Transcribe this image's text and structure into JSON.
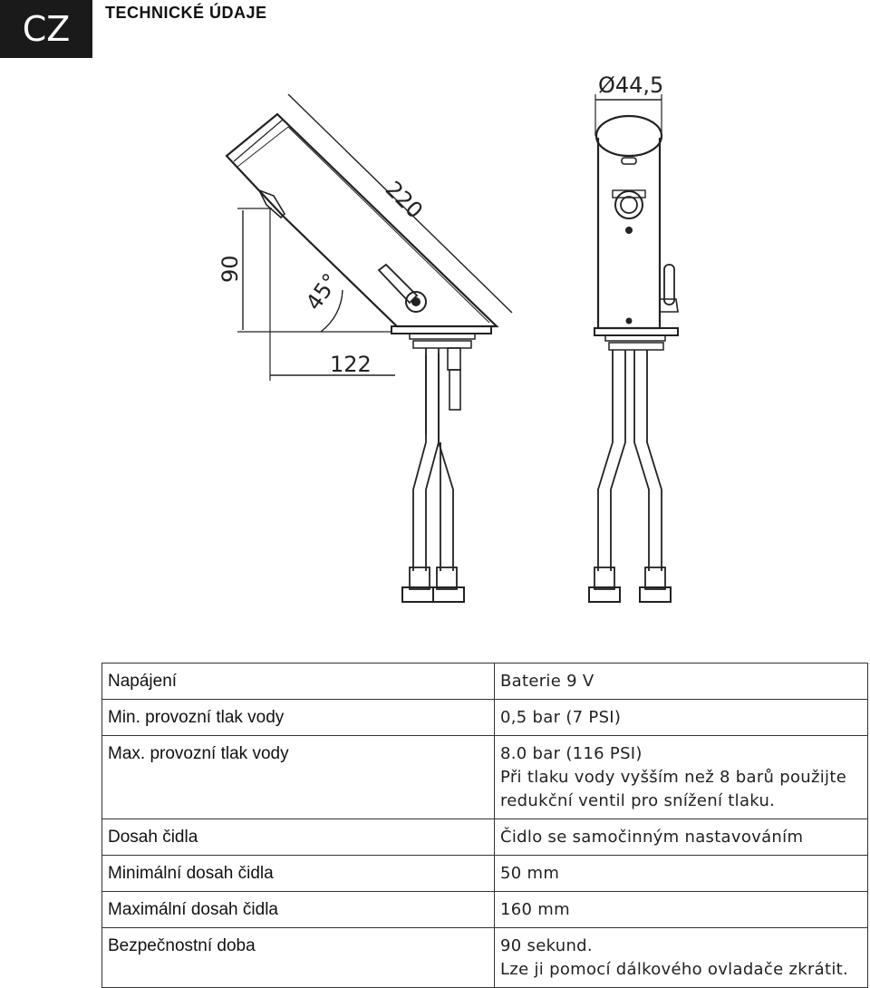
{
  "header": {
    "lang_code": "CZ",
    "title": "TECHNICKÉ ÚDAJE"
  },
  "drawing": {
    "dims": {
      "diameter": "Ø44,5",
      "length": "220",
      "height": "90",
      "angle": "45°",
      "width": "122"
    }
  },
  "specs": [
    {
      "key": "Napájení",
      "value": [
        "Baterie 9 V"
      ]
    },
    {
      "key": "Min. provozní tlak vody",
      "value": [
        "0,5 bar (7 PSI)"
      ]
    },
    {
      "key": "Max. provozní tlak vody",
      "value": [
        "8.0 bar (116 PSI)",
        "Při tlaku vody vyšším než 8 barů použijte",
        "redukční ventil pro snížení tlaku."
      ]
    },
    {
      "key": "Dosah čidla",
      "value": [
        "Čidlo se samočinným nastavováním"
      ]
    },
    {
      "key": "Minimální dosah čidla",
      "value": [
        "50 mm"
      ]
    },
    {
      "key": "Maximální dosah čidla",
      "value": [
        "160 mm"
      ]
    },
    {
      "key": "Bezpečnostní doba",
      "value": [
        "90 sekund.",
        "Lze ji pomocí dálkového ovladače zkrátit."
      ]
    }
  ]
}
